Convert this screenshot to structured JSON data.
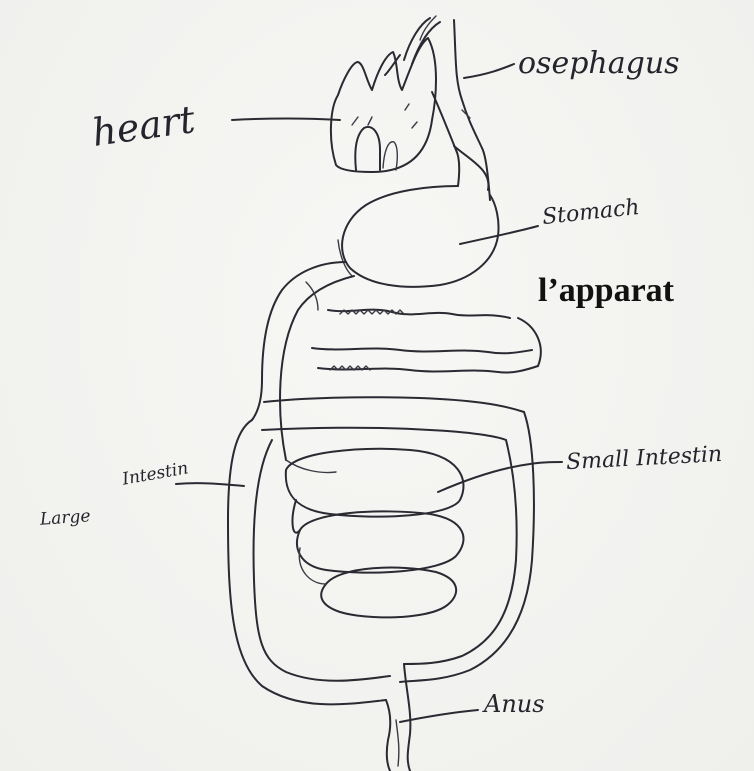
{
  "labels": {
    "heart": "heart",
    "oesophagus": "osephagus",
    "stomach": "Stomach",
    "title": "l’apparat",
    "small_intestine": "Small Intestin",
    "intestin": "Intestin",
    "large": "Large",
    "anus": "Anus"
  },
  "colors": {
    "ink": "#2a2a33",
    "paper": "#f4f4f2",
    "title": "#111111"
  }
}
